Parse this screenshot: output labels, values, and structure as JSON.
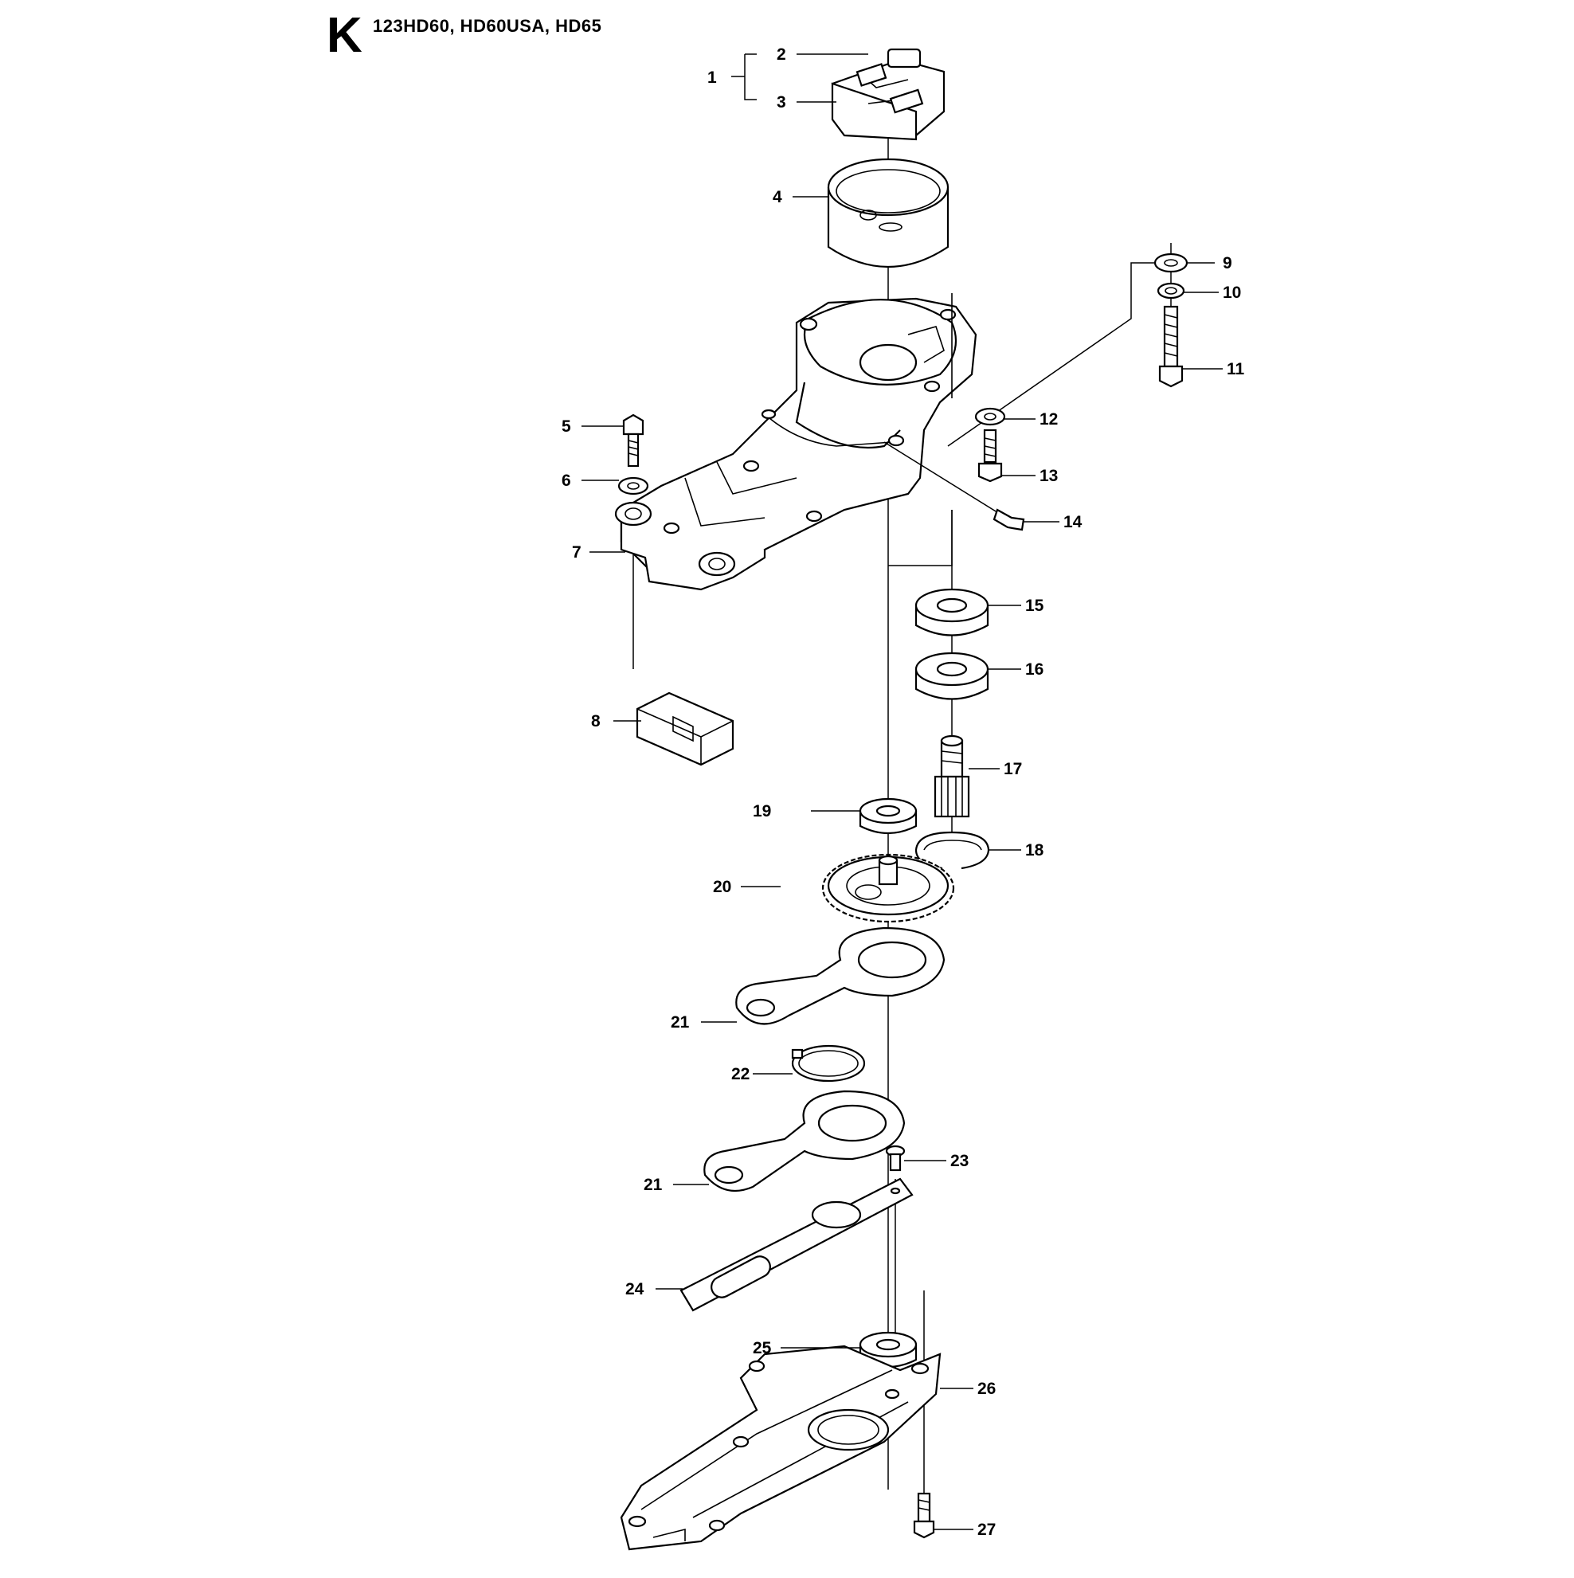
{
  "header": {
    "section_letter": "K",
    "models": "123HD60, HD60USA, HD65"
  },
  "callouts": [
    {
      "id": "1",
      "text": "1"
    },
    {
      "id": "2",
      "text": "2"
    },
    {
      "id": "3",
      "text": "3"
    },
    {
      "id": "4",
      "text": "4"
    },
    {
      "id": "5",
      "text": "5"
    },
    {
      "id": "6",
      "text": "6"
    },
    {
      "id": "7",
      "text": "7"
    },
    {
      "id": "8",
      "text": "8"
    },
    {
      "id": "9",
      "text": "9"
    },
    {
      "id": "10",
      "text": "10"
    },
    {
      "id": "11",
      "text": "11"
    },
    {
      "id": "12",
      "text": "12"
    },
    {
      "id": "13",
      "text": "13"
    },
    {
      "id": "14",
      "text": "14"
    },
    {
      "id": "15",
      "text": "15"
    },
    {
      "id": "16",
      "text": "16"
    },
    {
      "id": "17",
      "text": "17"
    },
    {
      "id": "18",
      "text": "18"
    },
    {
      "id": "19",
      "text": "19"
    },
    {
      "id": "20",
      "text": "20"
    },
    {
      "id": "21a",
      "text": "21"
    },
    {
      "id": "22",
      "text": "22"
    },
    {
      "id": "21b",
      "text": "21"
    },
    {
      "id": "23",
      "text": "23"
    },
    {
      "id": "24",
      "text": "24"
    },
    {
      "id": "25",
      "text": "25"
    },
    {
      "id": "26",
      "text": "26"
    },
    {
      "id": "27",
      "text": "27"
    }
  ]
}
